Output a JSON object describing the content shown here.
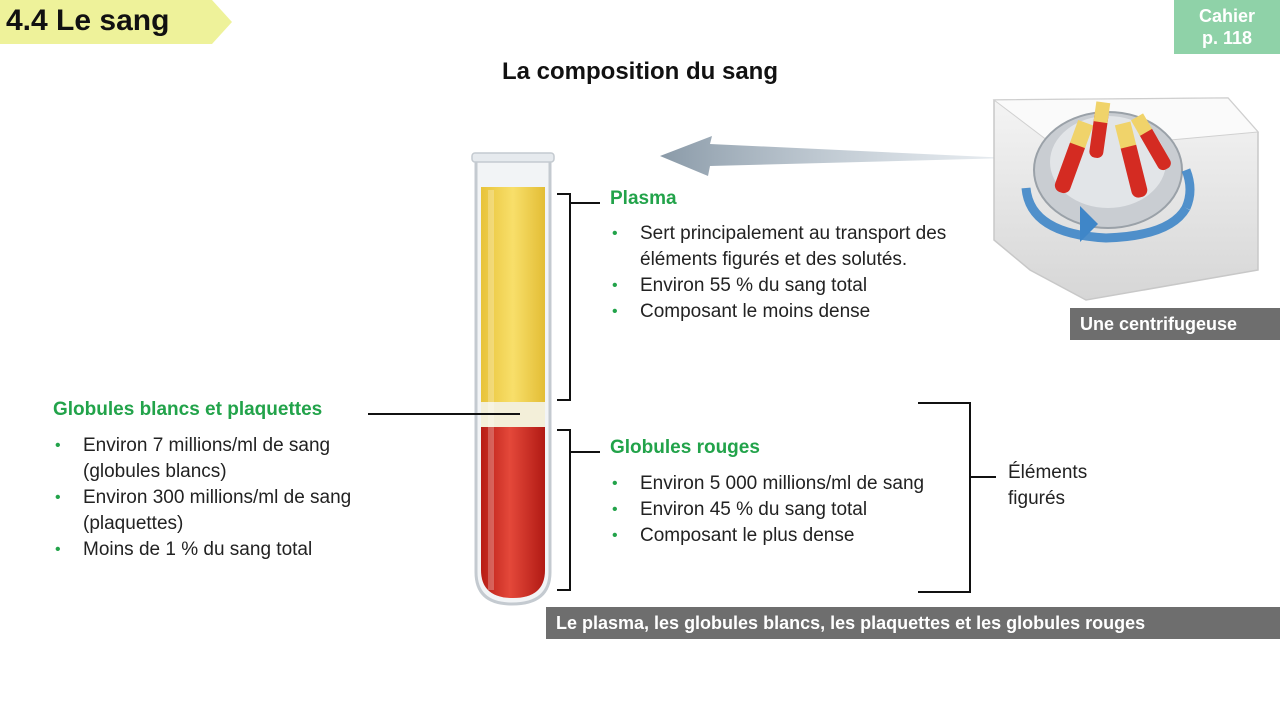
{
  "section": {
    "label": "4.4 Le sang"
  },
  "cahier": {
    "line1": "Cahier",
    "line2": "p. 118"
  },
  "title": "La composition du sang",
  "plasma": {
    "heading": "Plasma",
    "items": [
      "Sert principalement au transport des éléments figurés et des solutés.",
      "Environ 55 % du sang total",
      "Composant le moins dense"
    ]
  },
  "wbc": {
    "heading": "Globules blancs et plaquettes",
    "items": [
      "Environ 7 millions/ml de sang (globules blancs)",
      "Environ 300 millions/ml de sang (plaquettes)",
      "Moins de 1 % du sang total"
    ]
  },
  "rbc": {
    "heading": "Globules rouges",
    "items": [
      "Environ 5 000 millions/ml de sang",
      "Environ 45 % du sang total",
      "Composant le plus dense"
    ]
  },
  "elements_label": {
    "line1": "Éléments",
    "line2": "figurés"
  },
  "centrifuge_caption": "Une centrifugeuse",
  "tube_caption": "Le plasma, les globules blancs, les plaquettes et les globules rouges",
  "colors": {
    "accent_green": "#22a34a",
    "tag_yellow": "#eef29a",
    "cahier_green": "#8fd2a8",
    "plasma_yellow": "#f6d54e",
    "buffy_coat": "#f3efd9",
    "blood_red": "#d42b22",
    "caption_gray": "#6e6e6e"
  }
}
